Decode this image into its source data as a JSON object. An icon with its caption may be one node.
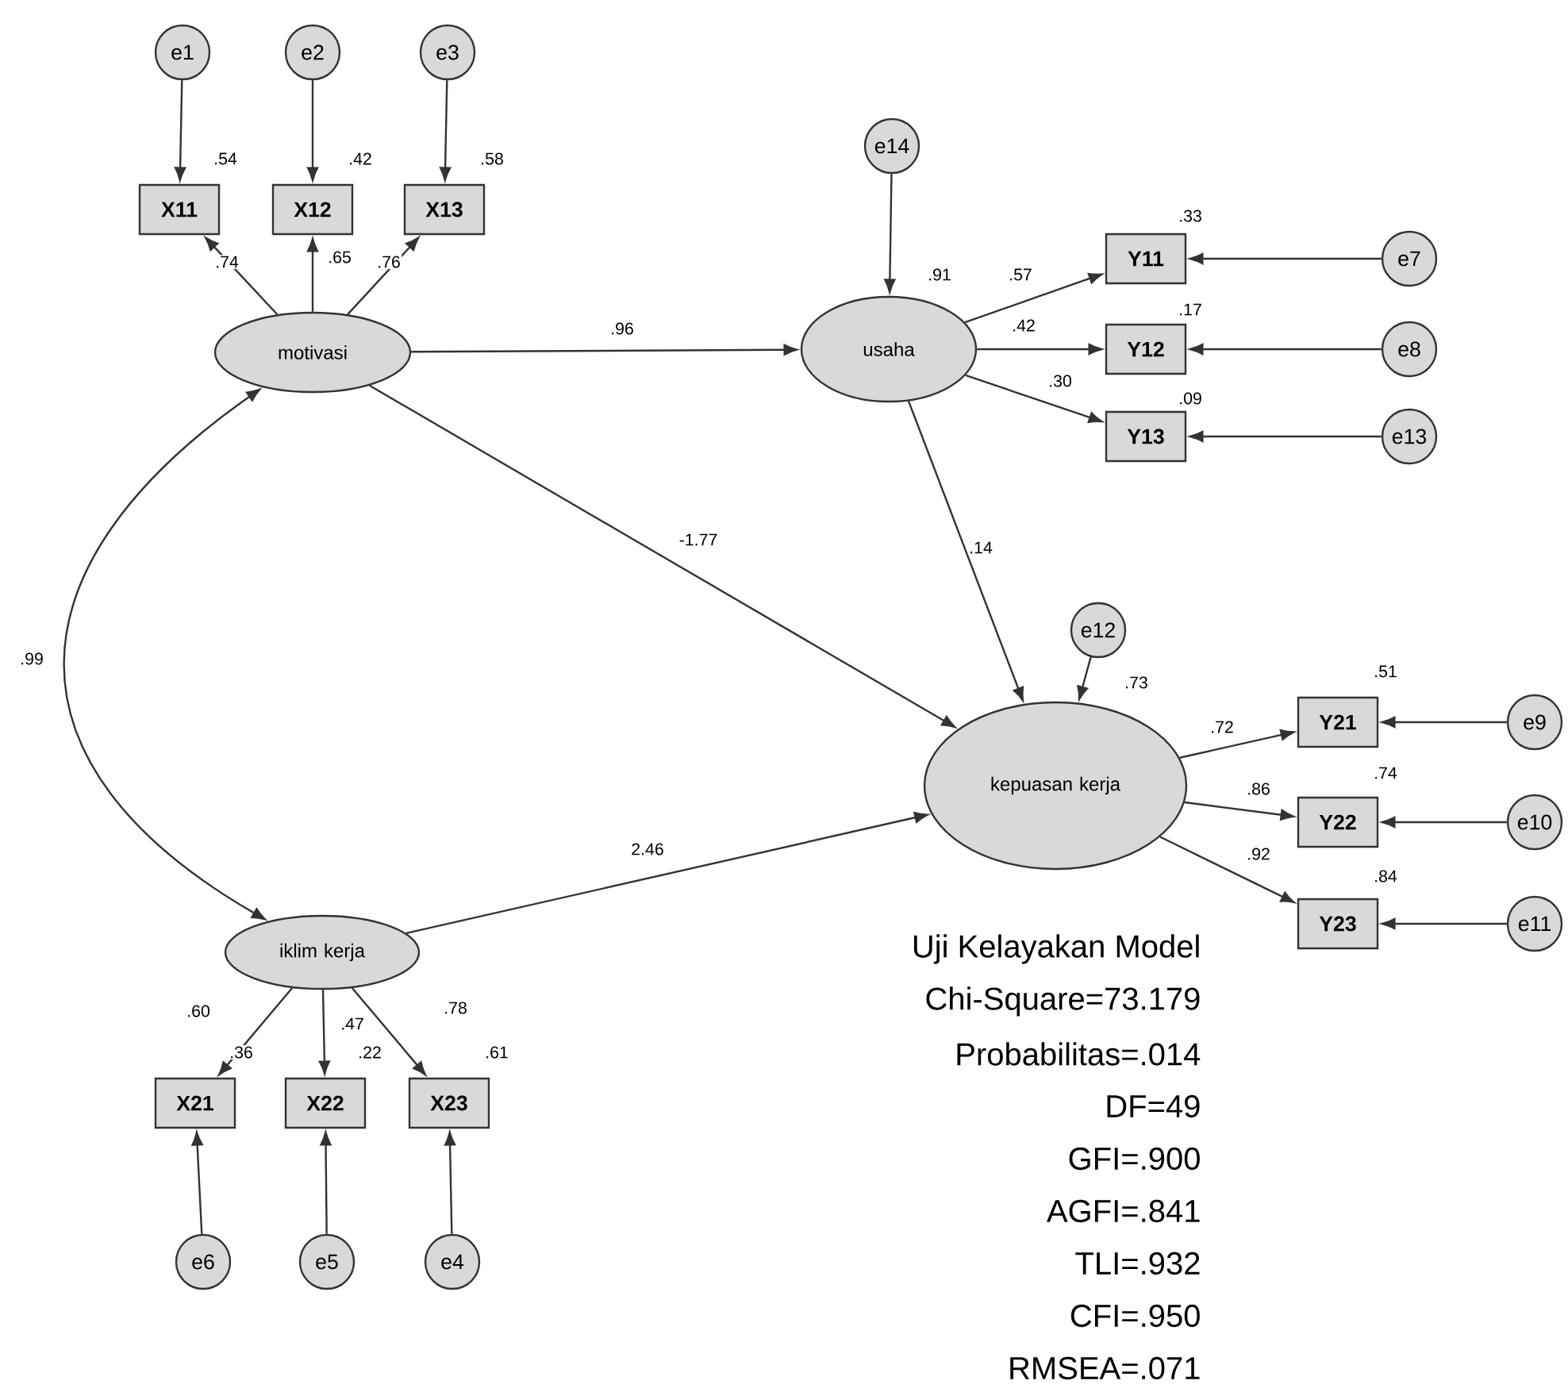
{
  "diagram": {
    "nodes": [
      {
        "text": [
          "e1"
        ]
      },
      {
        "text": [
          "e2"
        ]
      },
      {
        "text": [
          "e3"
        ]
      },
      {
        "text": [
          "X11"
        ],
        "beside": [
          ".54"
        ]
      },
      {
        "text": [
          "X12"
        ],
        "beside": [
          ".42"
        ]
      },
      {
        "text": [
          "X13"
        ],
        "beside": [
          ".58"
        ]
      },
      {
        "text": [
          "motivasi"
        ]
      },
      {
        "text": [
          "e14"
        ]
      },
      {
        "text": [
          "usaha"
        ],
        "beside": [
          ".91"
        ]
      },
      {
        "text": [
          "Y11"
        ],
        "beside": [
          ".33"
        ]
      },
      {
        "text": [
          "Y12"
        ],
        "beside": [
          ".17"
        ]
      },
      {
        "text": [
          "Y13"
        ],
        "beside": [
          ".09"
        ]
      },
      {
        "text": [
          "e7"
        ]
      },
      {
        "text": [
          "e8"
        ]
      },
      {
        "text": [
          "e13"
        ]
      },
      {
        "text": [
          "e12"
        ]
      },
      {
        "text": [
          "kepuasan kerja"
        ],
        "beside": [
          ".73"
        ]
      },
      {
        "text": [
          "Y21"
        ],
        "beside": [
          ".51"
        ]
      },
      {
        "text": [
          "Y22"
        ],
        "beside": [
          ".74"
        ]
      },
      {
        "text": [
          "Y23"
        ],
        "beside": [
          ".84"
        ]
      },
      {
        "text": [
          "e9"
        ]
      },
      {
        "text": [
          "e10"
        ]
      },
      {
        "text": [
          "e11"
        ]
      },
      {
        "text": [
          "iklim kerja"
        ]
      },
      {
        "text": [
          "X21"
        ],
        "beside": [
          ".36"
        ]
      },
      {
        "text": [
          "X22"
        ],
        "beside": [
          ".22"
        ]
      },
      {
        "text": [
          "X23"
        ],
        "beside": [
          ".61"
        ]
      },
      {
        "text": [
          "e6"
        ]
      },
      {
        "text": [
          "e5"
        ]
      },
      {
        "text": [
          "e4"
        ]
      }
    ],
    "edges": [
      {
        "from": 0,
        "to": 3,
        "arrow": "to"
      },
      {
        "from": 1,
        "to": 4,
        "arrow": "to"
      },
      {
        "from": 2,
        "to": 5,
        "arrow": "to"
      },
      {
        "from": 6,
        "to": 3,
        "arrow": "to",
        "label": ".74"
      },
      {
        "from": 6,
        "to": 4,
        "arrow": "to",
        "label": ".65"
      },
      {
        "from": 6,
        "to": 5,
        "arrow": "to",
        "label": ".76"
      },
      {
        "from": 6,
        "to": 8,
        "arrow": "to",
        "label": ".96"
      },
      {
        "from": 6,
        "to": 16,
        "arrow": "to",
        "label": "-1.77"
      },
      {
        "from": 6,
        "to": 23,
        "arrow": "both",
        "label": ".99"
      },
      {
        "from": 7,
        "to": 8,
        "arrow": "to"
      },
      {
        "from": 8,
        "to": 9,
        "arrow": "to",
        "label": ".57"
      },
      {
        "from": 8,
        "to": 10,
        "arrow": "to",
        "label": ".42"
      },
      {
        "from": 8,
        "to": 11,
        "arrow": "to",
        "label": ".30"
      },
      {
        "from": 12,
        "to": 9,
        "arrow": "to"
      },
      {
        "from": 13,
        "to": 10,
        "arrow": "to"
      },
      {
        "from": 14,
        "to": 11,
        "arrow": "to"
      },
      {
        "from": 8,
        "to": 16,
        "arrow": "to",
        "label": ".14"
      },
      {
        "from": 15,
        "to": 16,
        "arrow": "to"
      },
      {
        "from": 16,
        "to": 17,
        "arrow": "to",
        "label": ".72"
      },
      {
        "from": 16,
        "to": 18,
        "arrow": "to",
        "label": ".86"
      },
      {
        "from": 16,
        "to": 19,
        "arrow": "to",
        "label": ".92"
      },
      {
        "from": 20,
        "to": 17,
        "arrow": "to"
      },
      {
        "from": 21,
        "to": 18,
        "arrow": "to"
      },
      {
        "from": 22,
        "to": 19,
        "arrow": "to"
      },
      {
        "from": 23,
        "to": 16,
        "arrow": "to",
        "label": "2.46"
      },
      {
        "from": 23,
        "to": 24,
        "arrow": "to",
        "label": ".60"
      },
      {
        "from": 23,
        "to": 25,
        "arrow": "to",
        "label": ".47"
      },
      {
        "from": 23,
        "to": 26,
        "arrow": "to",
        "label": ".78"
      },
      {
        "from": 27,
        "to": 24,
        "arrow": "to"
      },
      {
        "from": 28,
        "to": 25,
        "arrow": "to"
      },
      {
        "from": 29,
        "to": 26,
        "arrow": "to"
      }
    ],
    "labels": [
      "Uji Kelayakan Model",
      "Chi-Square=73.179",
      "Probabilitas=.014",
      "DF=49",
      "GFI=.900",
      "AGFI=.841",
      "TLI=.932",
      "CFI=.950",
      "RMSEA=.071"
    ]
  }
}
